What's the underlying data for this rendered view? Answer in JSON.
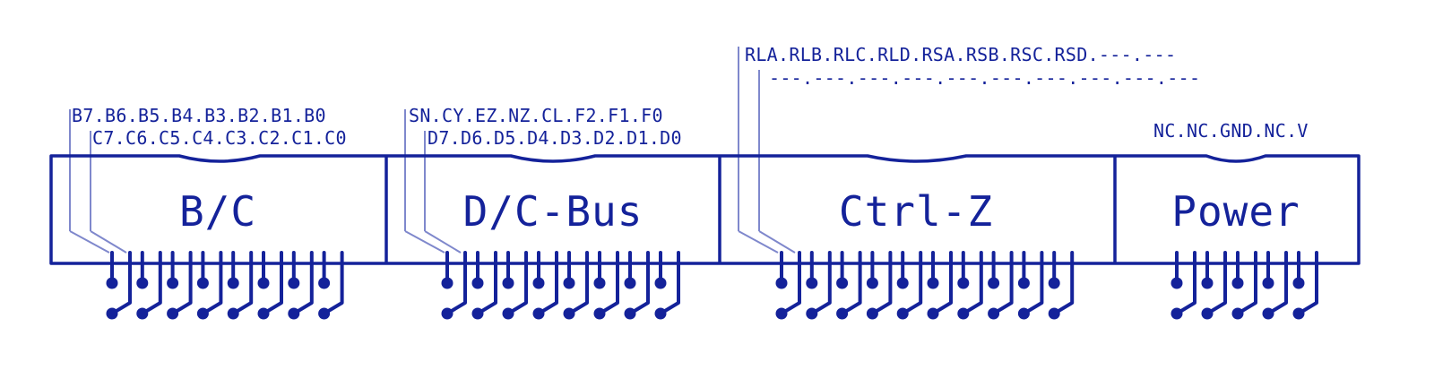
{
  "colors": {
    "ink": "#14229a",
    "leader": "#7f88cc",
    "background": "#ffffff"
  },
  "modules": [
    {
      "name": "B/C",
      "label_rows": [
        "B7.B6.B5.B4.B3.B2.B1.B0",
        "C7.C6.C5.C4.C3.C2.C1.C0"
      ],
      "pin_pairs": 8
    },
    {
      "name": "D/C-Bus",
      "label_rows": [
        "SN.CY.EZ.NZ.CL.F2.F1.F0",
        "D7.D6.D5.D4.D3.D2.D1.D0"
      ],
      "pin_pairs": 8
    },
    {
      "name": "Ctrl-Z",
      "label_rows": [
        "RLA.RLB.RLC.RLD.RSA.RSB.RSC.RSD.---.---",
        "---.---.---.---.---.---.---.---.---.---"
      ],
      "pin_pairs": 10
    },
    {
      "name": "Power",
      "label_rows": [
        "NC.NC.GND.NC.V"
      ],
      "pin_pairs": 5
    }
  ]
}
